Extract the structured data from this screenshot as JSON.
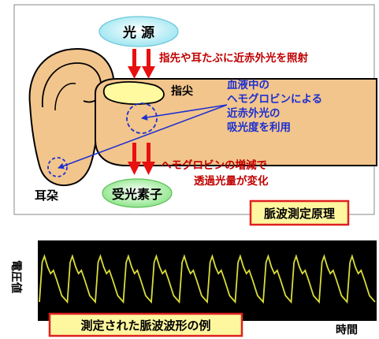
{
  "light_source": "光 源",
  "finger_caption": "指先や耳たぶに近赤外光を照射",
  "fingertip": "指尖",
  "blood_note": [
    "血液中の",
    "ヘモグロビンによる",
    "近赤外光の",
    "吸光度を利用"
  ],
  "hemoglobin_note": [
    "ヘモグロビンの増減で",
    "透過光量が変化"
  ],
  "earlobe": "耳朶",
  "detector": "受光素子",
  "principle_title": "脈波測定原理",
  "waveform": {
    "ylabel": "電圧値",
    "xlabel": "時間",
    "example_caption": "測定された脈波波形の例",
    "cycles": 12
  },
  "colors": {
    "source_fill": "#aff0f8",
    "detector_fill": "#a8f0a0",
    "arrow_red": "#e81010",
    "blue": "#1c2fd0",
    "skin": "#f2c58c",
    "nail": "#fffaa0",
    "title_box_fill": "#fff7a0",
    "title_box_border": "#e02020",
    "scope_bg": "#000000",
    "trace": "#d8dc3a"
  }
}
